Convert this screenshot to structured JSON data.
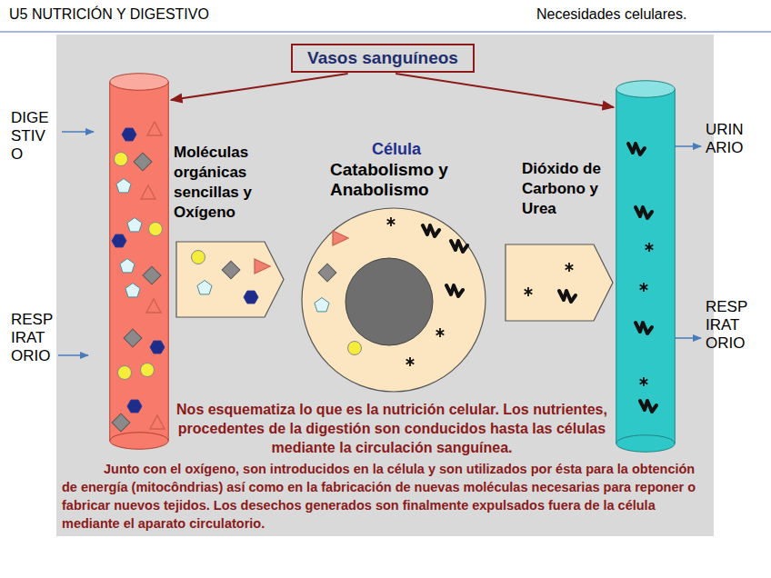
{
  "diagram": {
    "title": "U5 NUTRICIÓN Y DIGESTIVO",
    "nodes": [
      {
        "text": [
          "Vasos sanguíneos"
        ]
      },
      {
        "text": [
          "DIGESTIVO",
          "RESPIRATORIO"
        ]
      },
      {
        "text": [
          "Moléculas orgánicas sencillas y Oxígeno"
        ]
      },
      {
        "text": [
          "Célula",
          "Catabolismo y Anabolismo"
        ]
      },
      {
        "text": [
          "Dióxido de Carbono y Urea"
        ]
      },
      {
        "text": [
          "URINARIO",
          "RESPIRATORIO"
        ]
      }
    ],
    "edges": [
      {
        "from": 0,
        "to": 1,
        "arrow": "to"
      },
      {
        "from": 0,
        "to": 5,
        "arrow": "to"
      }
    ],
    "labels": [
      "Necesidades celulares.",
      "Nos esquematiza lo que es la nutrición celular. Los nutrientes, procedentes de la digestión son conducidos hasta las células mediante la circulación sanguínea.",
      "Junto con el oxígeno, son introducidos en la célula y son utilizados por ésta para la obtención de energía (mitocôndrias) así como en la fabricación de nuevas moléculas necesarias para reponer o fabricar nuevos tejidos. Los desechos generados son finalmente expulsados fuera de la célula mediante el aparato circulatorio."
    ]
  }
}
